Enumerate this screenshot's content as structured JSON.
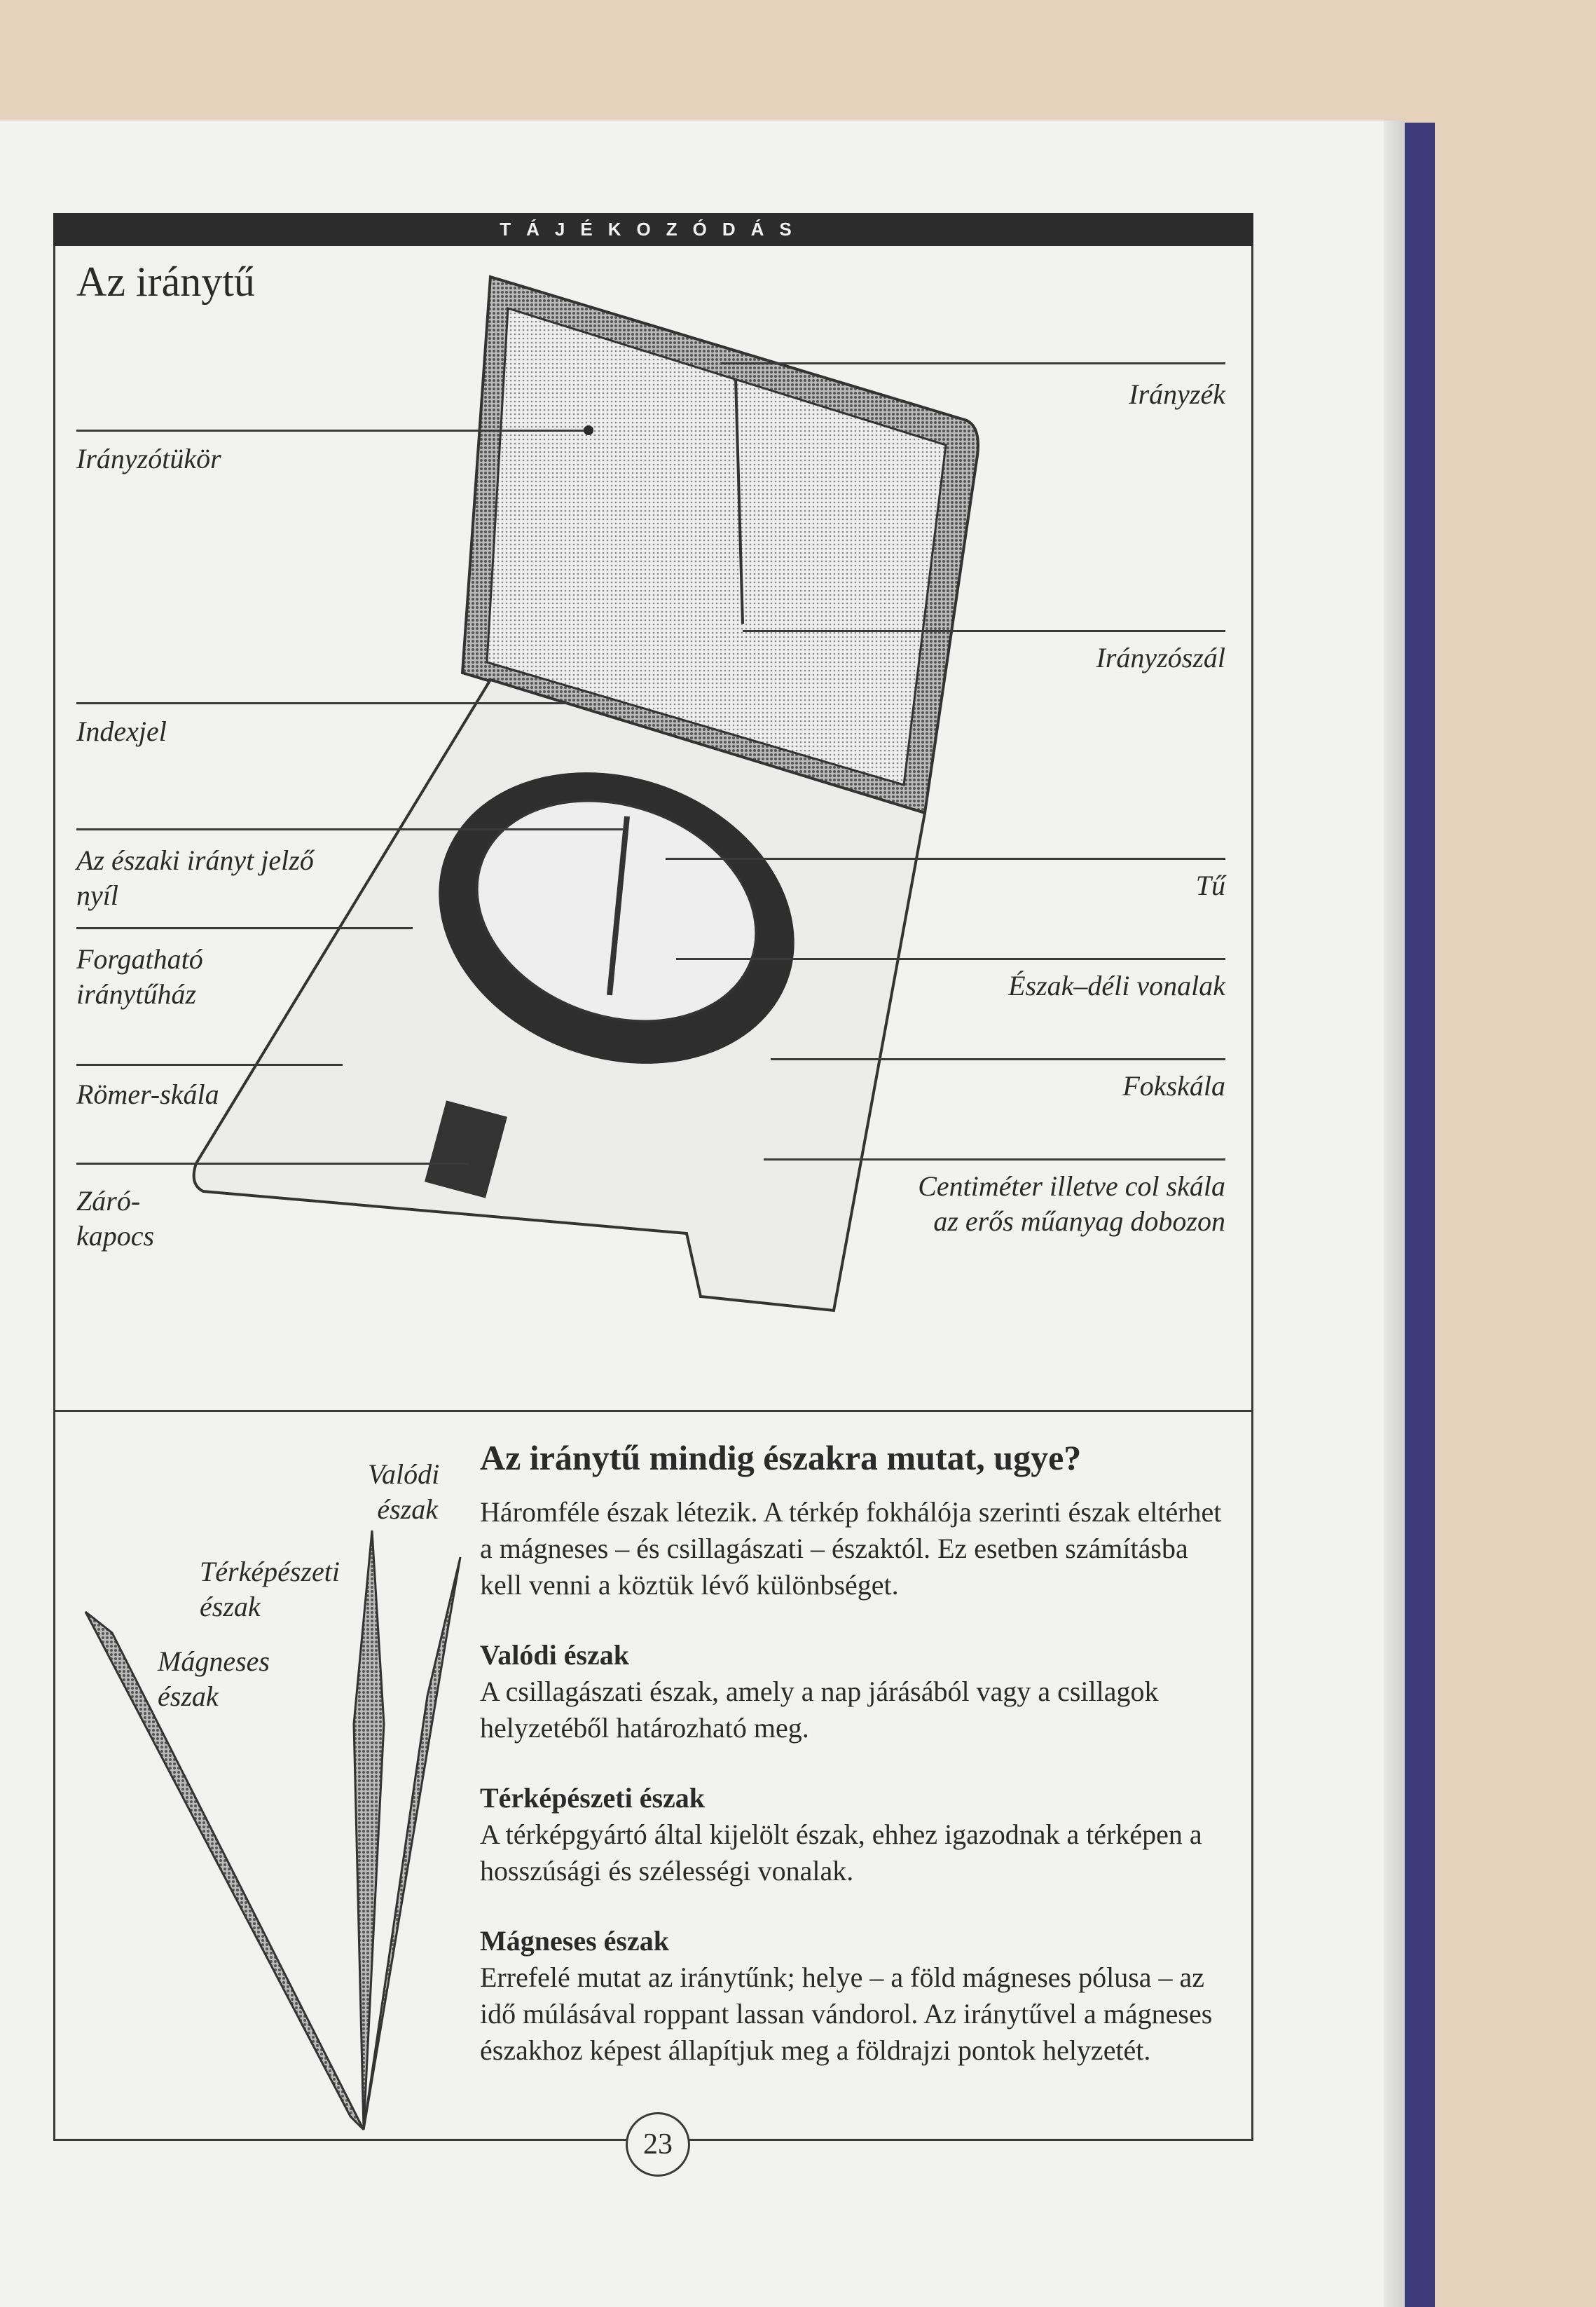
{
  "header": {
    "section": "TÁJÉKOZÓDÁS"
  },
  "diagram": {
    "title": "Az iránytű",
    "left_labels": [
      [
        "Irányzótükör"
      ],
      [
        "Indexjel"
      ],
      [
        "Az északi irányt jelző",
        "nyíl"
      ],
      [
        "Forgatható",
        "iránytűház"
      ],
      [
        "Römer-skála"
      ],
      [
        "Záró-",
        "kapocs"
      ]
    ],
    "right_labels": [
      [
        "Irányzék"
      ],
      [
        "Irányzószál"
      ],
      [
        "Tű"
      ],
      [
        "Észak–déli vonalak"
      ],
      [
        "Fokskála"
      ],
      [
        "Centiméter illetve col skála",
        "az erős műanyag dobozon"
      ]
    ],
    "needle_labels": [
      [
        "Valódi",
        "észak"
      ],
      [
        "Térképészeti",
        "észak"
      ],
      [
        "Mágneses",
        "észak"
      ]
    ]
  },
  "article": {
    "heading": "Az iránytű mindig északra mutat, ugye?",
    "intro": "Háromféle észak létezik. A térkép fokhálója szerinti észak eltérhet a mágneses – és csillagászati – északtól. Ez esetben számításba kell venni a köztük lévő különbséget.",
    "sections": [
      {
        "title": "Valódi észak",
        "body": "A csillagászati észak, amely a nap járásából vagy a csillagok helyzetéből határozható meg."
      },
      {
        "title": "Térképészeti észak",
        "body": "A térképgyártó által kijelölt észak, ehhez igazodnak a térképen a hosszúsági és szélességi vonalak."
      },
      {
        "title": "Mágneses észak",
        "body": "Errefelé mutat az iránytűnk; helye – a föld mágneses pólusa – az idő múlásával roppant lassan vándorol. Az iránytűvel a mágneses északhoz képest állapítjuk meg a földrajzi pontok helyzetét."
      }
    ]
  },
  "page_number": "23"
}
